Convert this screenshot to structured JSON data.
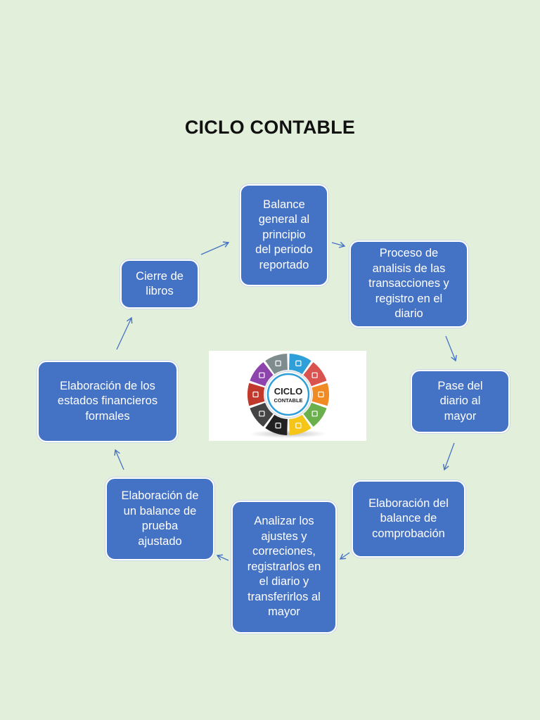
{
  "title": "CICLO CONTABLE",
  "steps": [
    {
      "label": "Balance\ngeneral al\nprincipio\ndel periodo\nreportado"
    },
    {
      "label": "Proceso de\nanalisis de las\ntransacciones y\nregistro en el\ndiario"
    },
    {
      "label": "Pase del\ndiario al\nmayor"
    },
    {
      "label": "Elaboración del\nbalance de\ncomprobación"
    },
    {
      "label": "Analizar los\najustes y\ncorreciones,\nregistrarlos en\nel diario y\ntransferirlos al\nmayor"
    },
    {
      "label": "Elaboración de\nun balance de\nprueba\najustado"
    },
    {
      "label": "Elaboración de los\nestados financieros\nformales"
    },
    {
      "label": "Cierre de\nlibros"
    }
  ],
  "center_graphic": {
    "text_line1": "CICLO",
    "text_line2": "CONTABLE",
    "segment_colors": [
      "#2e9fd9",
      "#d9534f",
      "#f08a24",
      "#6ab04c",
      "#f5c518",
      "#222222",
      "#444444",
      "#c0392b",
      "#8e44ad",
      "#7f8c8d"
    ]
  },
  "colors": {
    "box_fill": "#4472c4",
    "background": "#e2efda",
    "arrow": "#4472c4"
  }
}
